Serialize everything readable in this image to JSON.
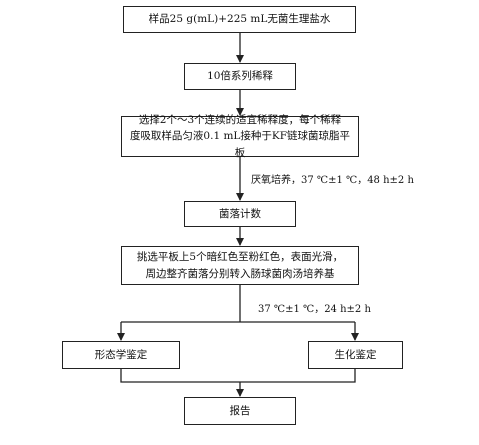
{
  "flowchart": {
    "nodes": {
      "sample": "样品25 g(mL)+225 mL无菌生理盐水",
      "dilution": "10倍系列稀释",
      "inoculate_line1": "选择2个～3个连续的适宜稀释度，每个稀释",
      "inoculate_line2": "度吸取样品匀液0.1 mL接种于KF链球菌琼脂平板",
      "count": "菌落计数",
      "pick_line1": "挑选平板上5个暗红色至粉红色，表面光滑，",
      "pick_line2": "周边整齐菌落分别转入肠球菌肉汤培养基",
      "morphology": "形态学鉴定",
      "biochemical": "生化鉴定",
      "report": "报告"
    },
    "edge_labels": {
      "anaerobic": "厌氧培养，37 ℃±1 ℃，48 h±2 h",
      "culture": "37 ℃±1 ℃，24 h±2 h"
    }
  }
}
